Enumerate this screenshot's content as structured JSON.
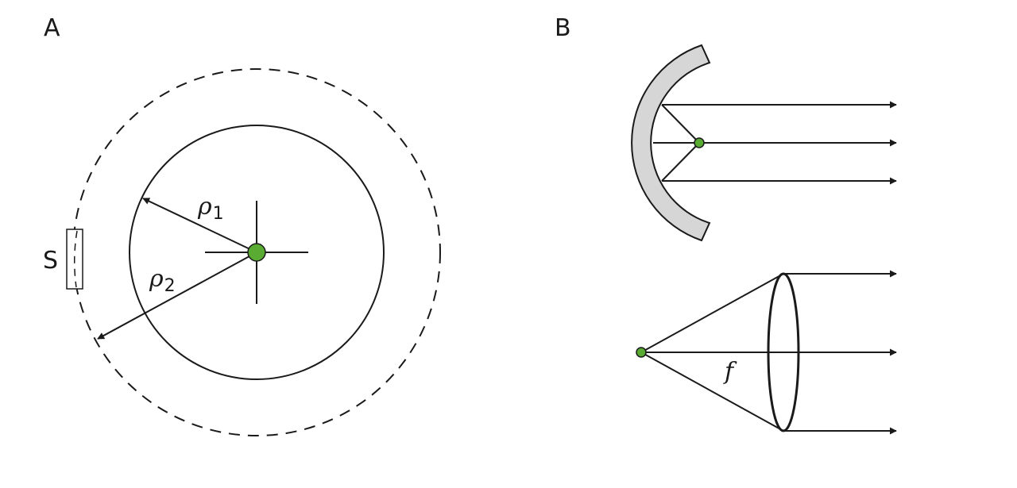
{
  "panels": {
    "a": {
      "label": "A"
    },
    "b": {
      "label": "B"
    }
  },
  "labels": {
    "rho": "ρ",
    "rho1_sub": "1",
    "rho2_sub": "2",
    "sample": "S",
    "focal": "f"
  },
  "colors": {
    "source": "#5aab32",
    "mirror_fill": "#d6d6d6",
    "stroke": "#1a1a1a"
  }
}
